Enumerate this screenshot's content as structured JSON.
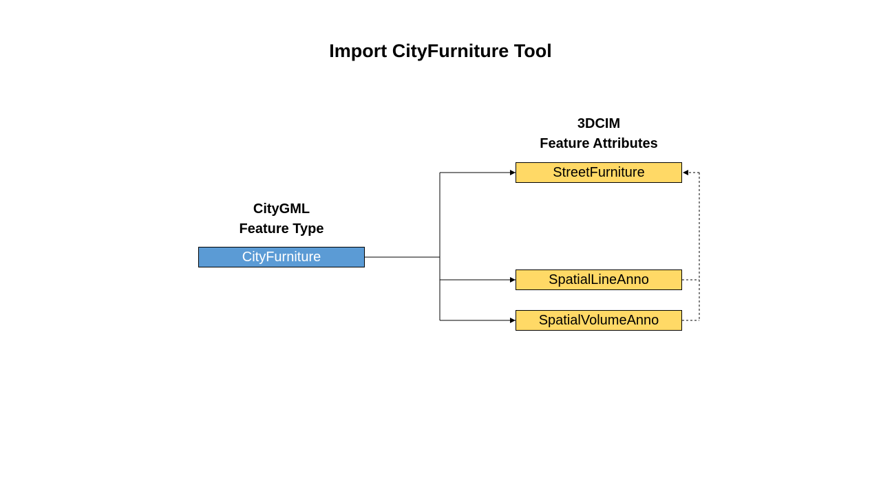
{
  "title": "Import CityFurniture Tool",
  "source": {
    "heading_line1": "CityGML",
    "heading_line2": "Feature Type",
    "box_label": "CityFurniture"
  },
  "targets": {
    "heading_line1": "3DCIM",
    "heading_line2": "Feature Attributes",
    "items": [
      {
        "label": "StreetFurniture"
      },
      {
        "label": "SpatialLineAnno"
      },
      {
        "label": "SpatialVolumeAnno"
      }
    ]
  },
  "colors": {
    "source_fill": "#5B9BD5",
    "target_fill": "#FFD966",
    "line": "#000000"
  }
}
